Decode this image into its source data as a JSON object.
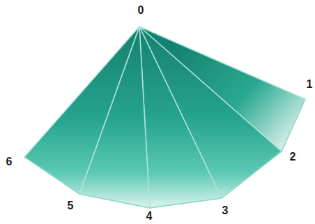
{
  "diagram": {
    "labels": [
      "0",
      "1",
      "2",
      "3",
      "4",
      "5",
      "6"
    ]
  }
}
